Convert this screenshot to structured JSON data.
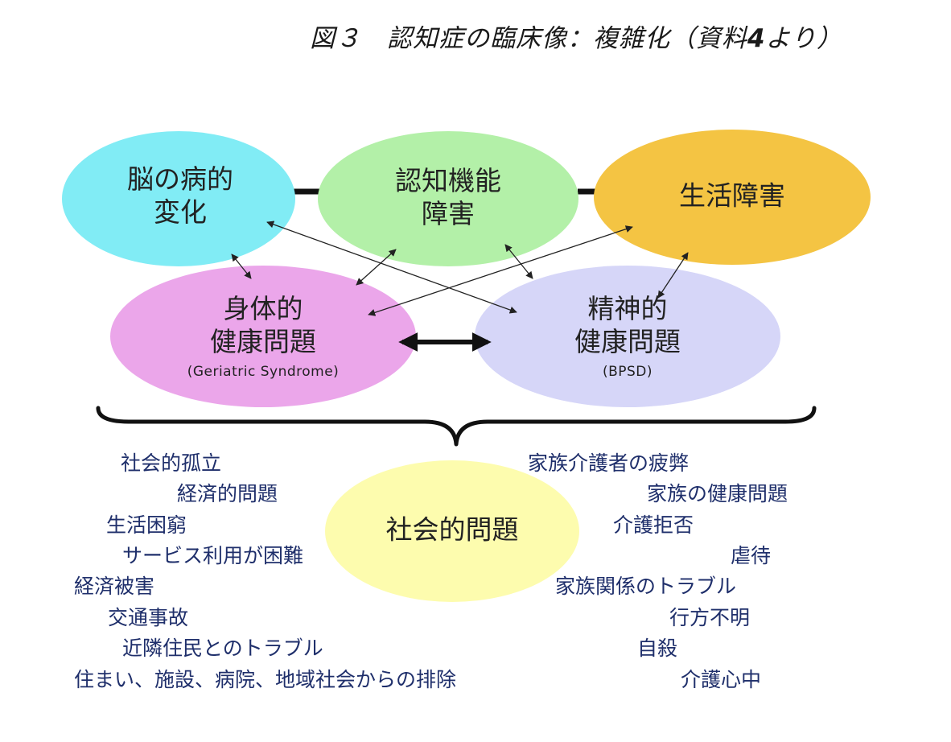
{
  "title": {
    "prefix": "図３　認知症の臨床像：複雑化（資料",
    "number": "4",
    "suffix": "より）"
  },
  "nodes": {
    "brain": {
      "line1": "脳の病的",
      "line2": "変化",
      "color": "#81ecf5"
    },
    "cognitive": {
      "line1": "認知機能",
      "line2": "障害",
      "color": "#b3f0a8"
    },
    "life": {
      "line1": "生活障害",
      "color": "#f4c443"
    },
    "physical": {
      "line1": "身体的",
      "line2": "健康問題",
      "sub": "(Geriatric Syndrome)",
      "color": "#eba6ea"
    },
    "mental": {
      "line1": "精神的",
      "line2": "健康問題",
      "sub": "(BPSD)",
      "color": "#d6d6f8"
    },
    "social": {
      "line1": "社会的問題",
      "color": "#fdfcae"
    }
  },
  "issues_left": [
    "社会的孤立",
    "経済的問題",
    "生活困窮",
    "サービス利用が困難",
    "経済被害",
    "交通事故",
    "近隣住民とのトラブル",
    "住まい、施設、病院、地域社会からの排除"
  ],
  "issues_right": [
    "家族介護者の疲弊",
    "家族の健康問題",
    "介護拒否",
    "虐待",
    "家族関係のトラブル",
    "行方不明",
    "自殺",
    "介護心中"
  ],
  "colors": {
    "issue_text": "#1f2f6b",
    "arrow": "#222222"
  }
}
